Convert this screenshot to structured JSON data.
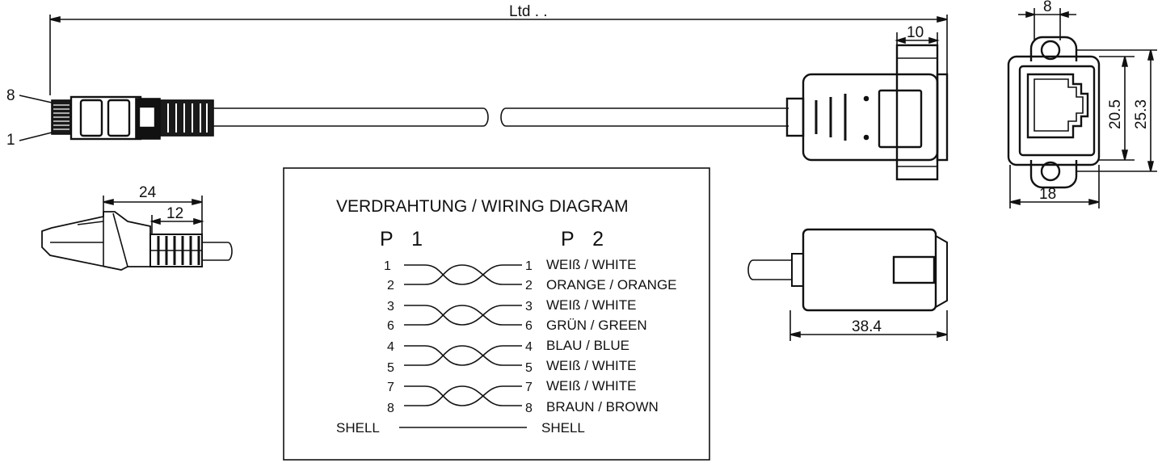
{
  "overall_length_label": "Ltd  . .",
  "dims": {
    "panel_flange": "10",
    "front_hole_spacing": "8",
    "front_width": "18",
    "front_height_inner": "20.5",
    "front_height_outer": "25.3",
    "plug_length": "24",
    "boot_length": "12",
    "jack_length": "38.4"
  },
  "plug_pin_marks": [
    "8",
    "1"
  ],
  "wiring": {
    "title": "VERDRAHTUNG / WIRING DIAGRAM",
    "p1": "P 1",
    "p2": "P 2",
    "pairs": [
      {
        "left": [
          "1",
          "2"
        ],
        "right": [
          "1",
          "2"
        ],
        "colors": [
          "WEIß / WHITE",
          "ORANGE / ORANGE"
        ]
      },
      {
        "left": [
          "3",
          "6"
        ],
        "right": [
          "3",
          "6"
        ],
        "colors": [
          "WEIß / WHITE",
          "GRÜN / GREEN"
        ]
      },
      {
        "left": [
          "4",
          "5"
        ],
        "right": [
          "4",
          "5"
        ],
        "colors": [
          "BLAU / BLUE",
          "WEIß / WHITE"
        ]
      },
      {
        "left": [
          "7",
          "8"
        ],
        "right": [
          "7",
          "8"
        ],
        "colors": [
          "WEIß / WHITE",
          "BRAUN / BROWN"
        ]
      }
    ],
    "shell_left": "SHELL",
    "shell_right": "SHELL"
  }
}
